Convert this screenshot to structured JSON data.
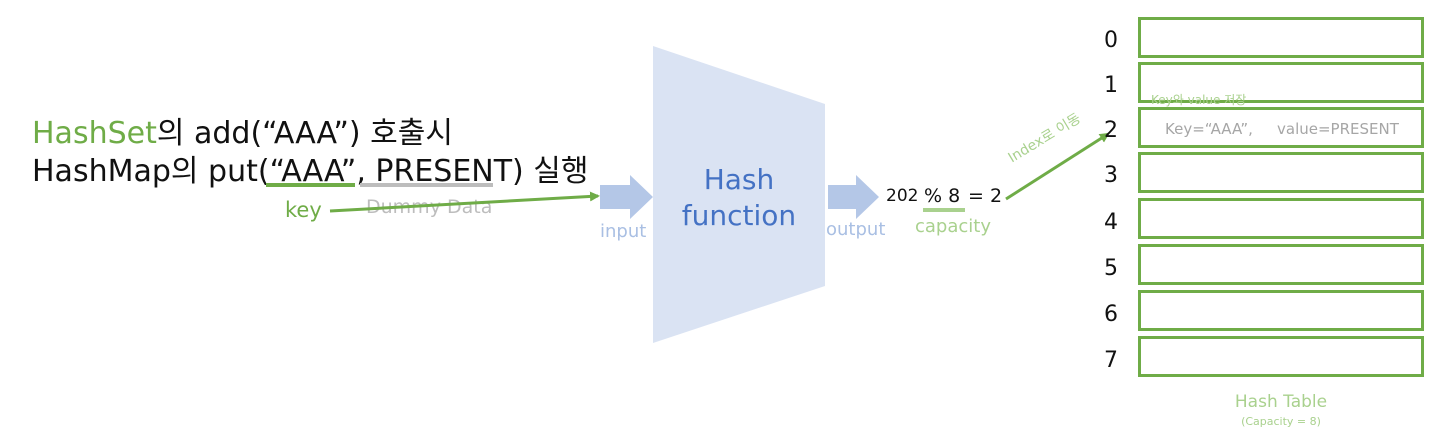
{
  "call": {
    "line1_hashset": "HashSet",
    "line1_rest": "의 add(“AAA”) 호출시",
    "line2_prefix": "HashMap의 put(",
    "line2_key": "“AAA”",
    "line2_sep": ", ",
    "line2_present": "PRESENT",
    "line2_suffix": ") 실행"
  },
  "labels": {
    "key": "key",
    "dummy": "Dummy Data",
    "input": "input",
    "output": "output",
    "hash_fn_line1": "Hash",
    "hash_fn_line2": "function",
    "expr_num": "202",
    "expr_mod": "% 8",
    "expr_eq": "= 2",
    "capacity": "capacity",
    "index_move": "Index로 이동",
    "store_note": "Key와 value 저장"
  },
  "table": {
    "indices": [
      "0",
      "1",
      "2",
      "3",
      "4",
      "5",
      "6",
      "7"
    ],
    "stored_key": "Key=“AAA”,",
    "stored_value": "value=PRESENT",
    "title": "Hash Table",
    "subtitle": "(Capacity = 8)"
  },
  "colors": {
    "green": "#6fac47",
    "gray": "#bdbdbd",
    "blue_text": "#4472c4",
    "trapezoid": "#dae3f3",
    "arrow_blue": "#b4c7e7"
  }
}
